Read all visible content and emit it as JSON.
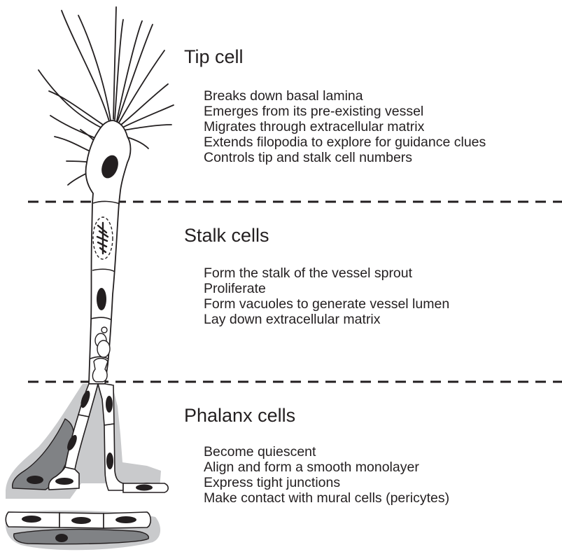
{
  "sections": [
    {
      "heading": "Tip cell",
      "items": [
        "Breaks down basal lamina",
        "Emerges from its pre-existing vessel",
        "Migrates through extracellular matrix",
        "Extends filopodia to explore for guidance clues",
        "Controls tip and stalk cell numbers"
      ]
    },
    {
      "heading": "Stalk cells",
      "items": [
        "Form the stalk of the vessel sprout",
        "Proliferate",
        "Form vacuoles to generate vessel lumen",
        "Lay down extracellular matrix"
      ]
    },
    {
      "heading": "Phalanx cells",
      "items": [
        "Become quiescent",
        "Align and form a smooth monolayer",
        "Express tight junctions",
        "Make contact with mural cells (pericytes)"
      ]
    }
  ],
  "colors": {
    "ink": "#231f20",
    "cell_fill": "#ffffff",
    "basement_halo": "#c9cacc",
    "mural_cell": "#808285"
  },
  "divider_style": "dashed"
}
